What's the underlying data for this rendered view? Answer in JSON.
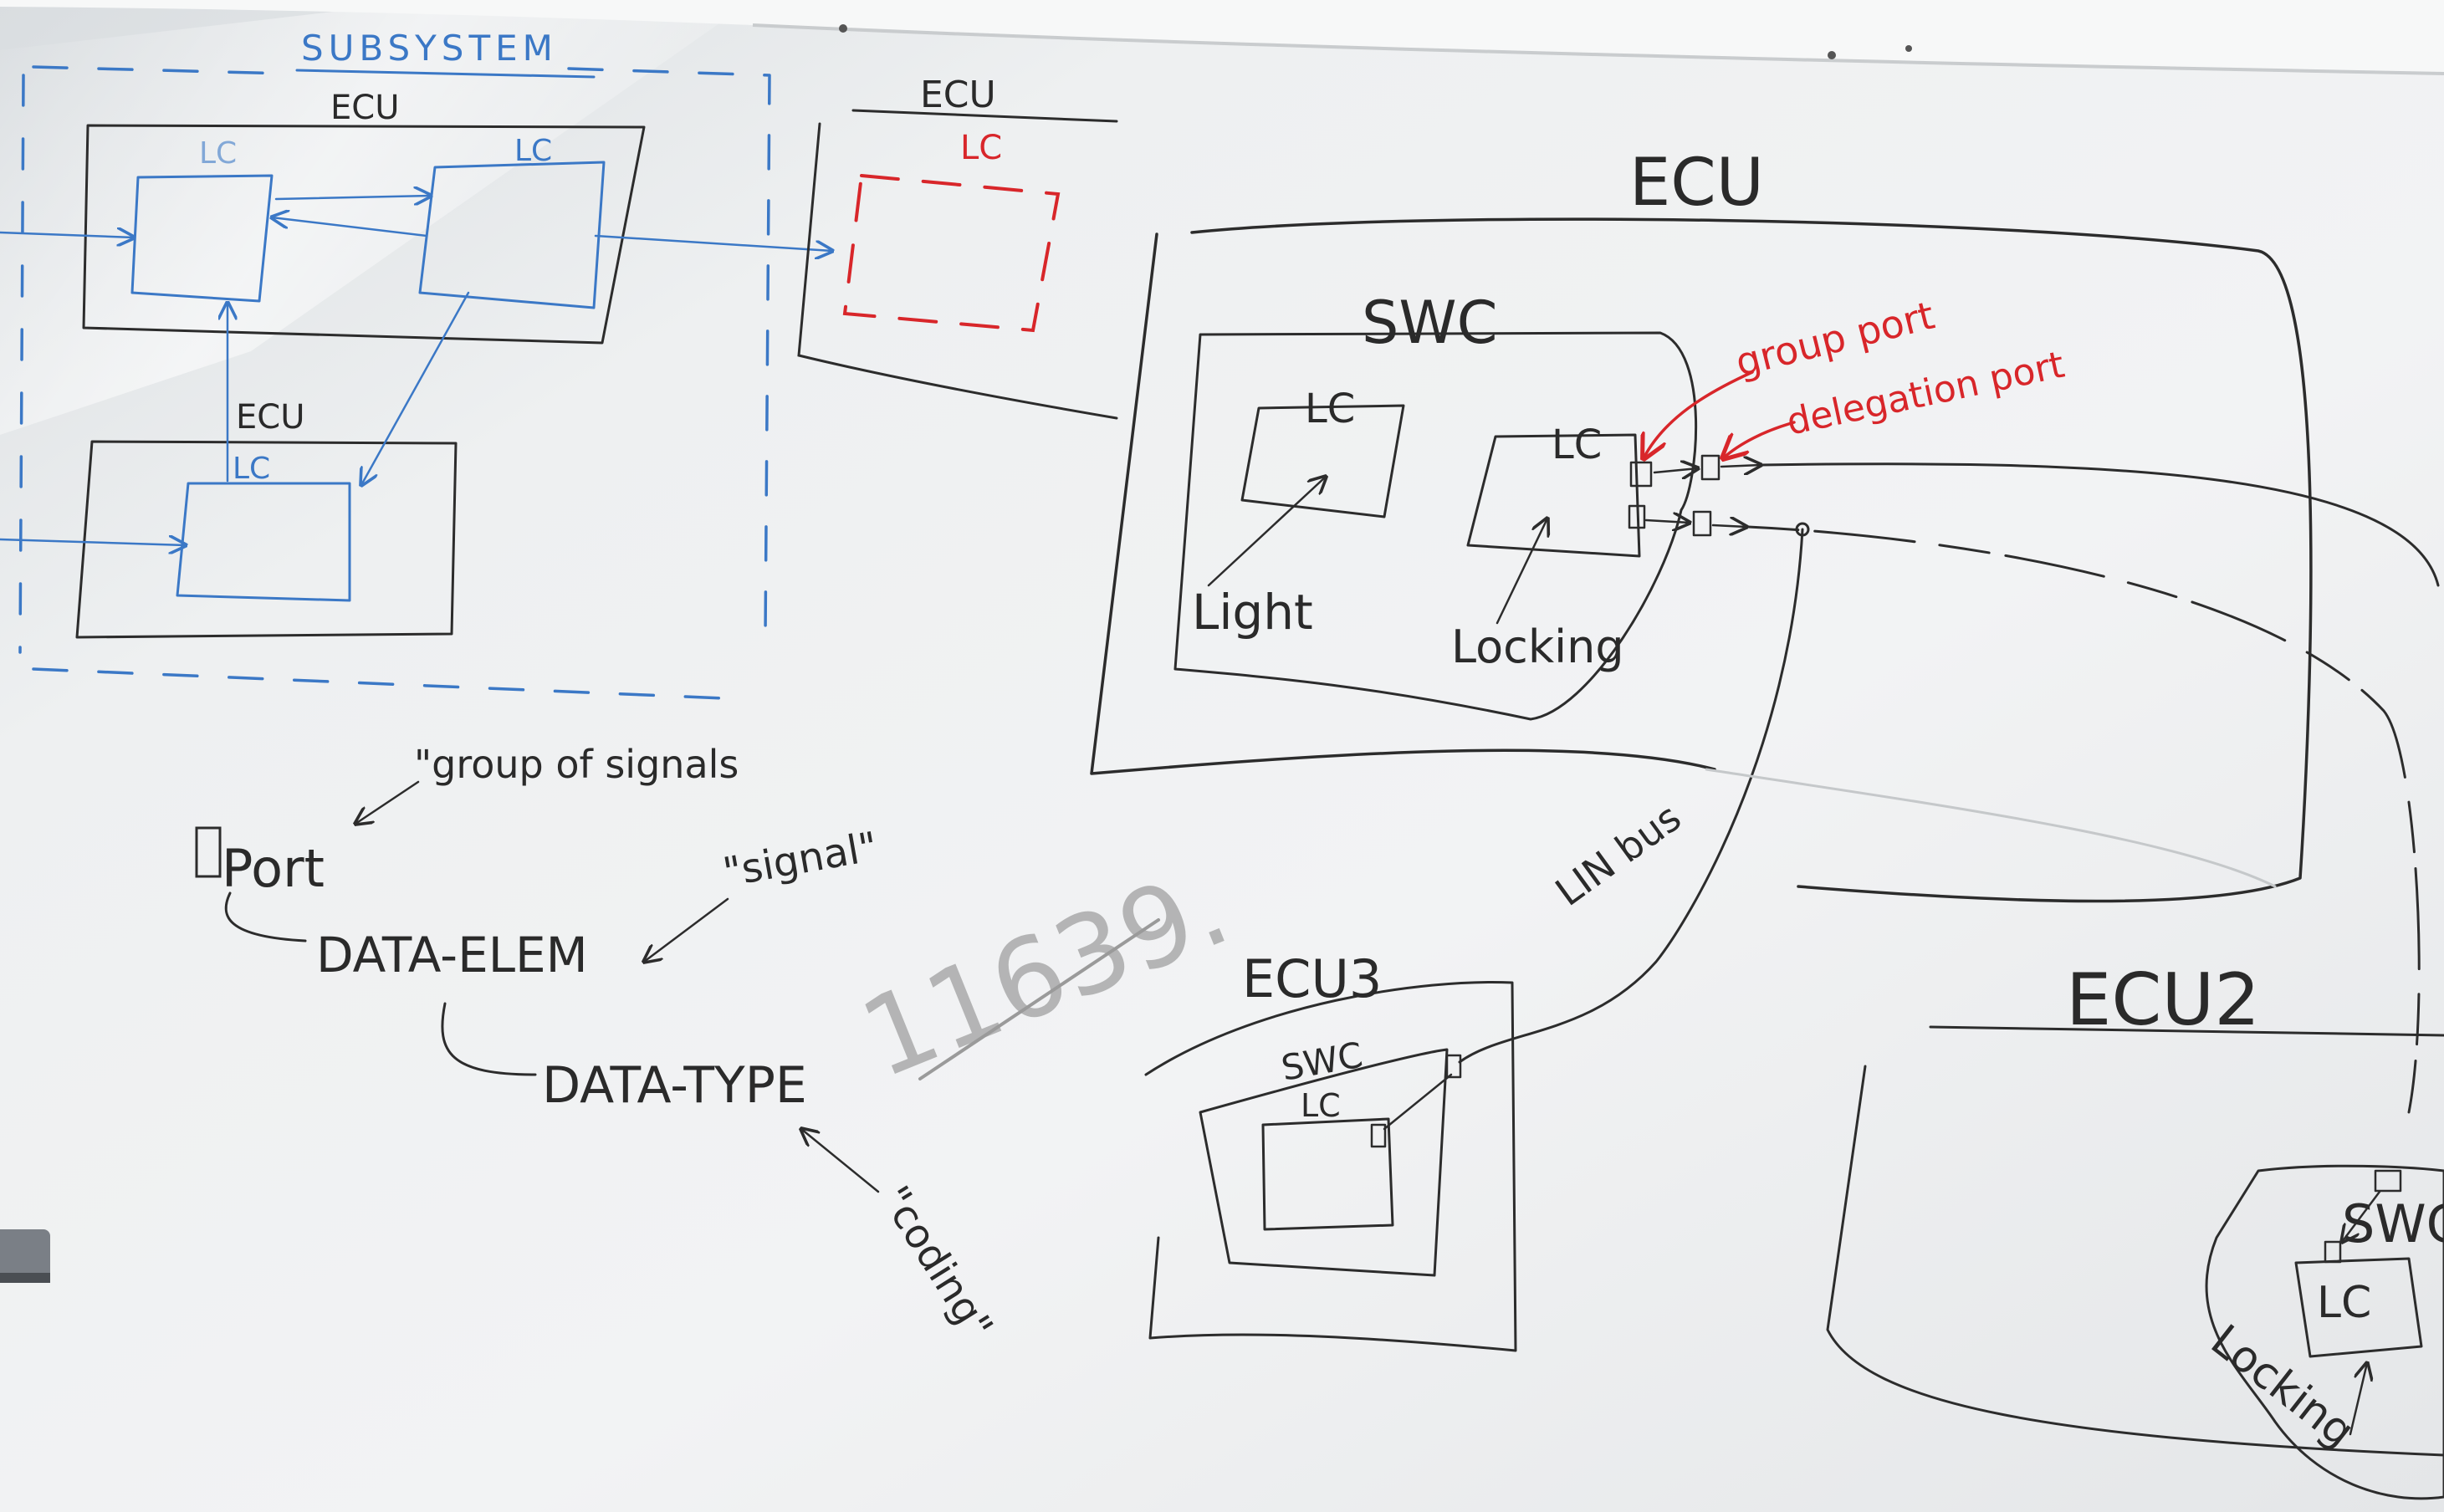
{
  "left_diagram": {
    "subsystem_label": "SUBSYSTEM",
    "ecu_top_label": "ECU",
    "lc_a_label": "LC",
    "lc_b_label": "LC",
    "ecu_bottom_label": "ECU",
    "lc_c_label": "LC"
  },
  "red_ecu": {
    "ecu_label": "ECU",
    "lc_label": "LC"
  },
  "main_ecu": {
    "ecu_label": "ECU",
    "swc_label": "SWC",
    "lc_light_label": "LC",
    "lc_locking_label": "LC",
    "light_label": "Light",
    "locking_label": "Locking"
  },
  "annotations": {
    "group_port": "group port",
    "delegation_port": "delegation port",
    "lin_bus": "LIN bus"
  },
  "hierarchy": {
    "group_of_signals": "\"group of signals",
    "port": "Port",
    "data_elem": "DATA-ELEM",
    "signal": "\"signal\"",
    "data_type": "DATA-TYPE",
    "coding": "\"coding\""
  },
  "ghost_number": "11639.",
  "ecu3": {
    "ecu_label": "ECU3",
    "swc_label": "SWC",
    "lc_label": "LC"
  },
  "ecu2": {
    "ecu_label": "ECU2",
    "swc_label": "SWC",
    "lc_label": "LC",
    "locking_label": "Locking"
  }
}
